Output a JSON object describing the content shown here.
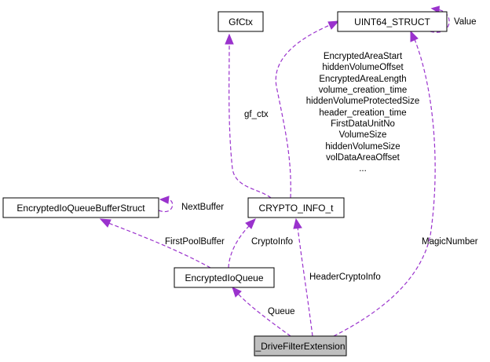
{
  "diagram": {
    "nodes": {
      "gfctx": "GfCtx",
      "uint64": "UINT64_STRUCT",
      "crypto_info": "CRYPTO_INFO_t",
      "buffer_struct": "EncryptedIoQueueBufferStruct",
      "io_queue": "EncryptedIoQueue",
      "drive_ext": "_DriveFilterExtension"
    },
    "edges": {
      "uint64_self": "Value",
      "uint64_to_crypto": [
        "EncryptedAreaStart",
        "hiddenVolumeOffset",
        "EncryptedAreaLength",
        "volume_creation_time",
        "hiddenVolumeProtectedSize",
        "header_creation_time",
        "FirstDataUnitNo",
        "VolumeSize",
        "hiddenVolumeSize",
        "volDataAreaOffset",
        "..."
      ],
      "gfctx_to_crypto": "gf_ctx",
      "buffer_self": "NextBuffer",
      "buffer_to_queue": "FirstPoolBuffer",
      "crypto_to_queue": "CryptoInfo",
      "crypto_to_drive": "HeaderCryptoInfo",
      "uint64_to_drive": "MagicNumber",
      "queue_to_drive": "Queue"
    },
    "colors": {
      "edge": "#9a32cd",
      "node_fill": "#ffffff",
      "highlight_fill": "#bfbfbf"
    }
  }
}
